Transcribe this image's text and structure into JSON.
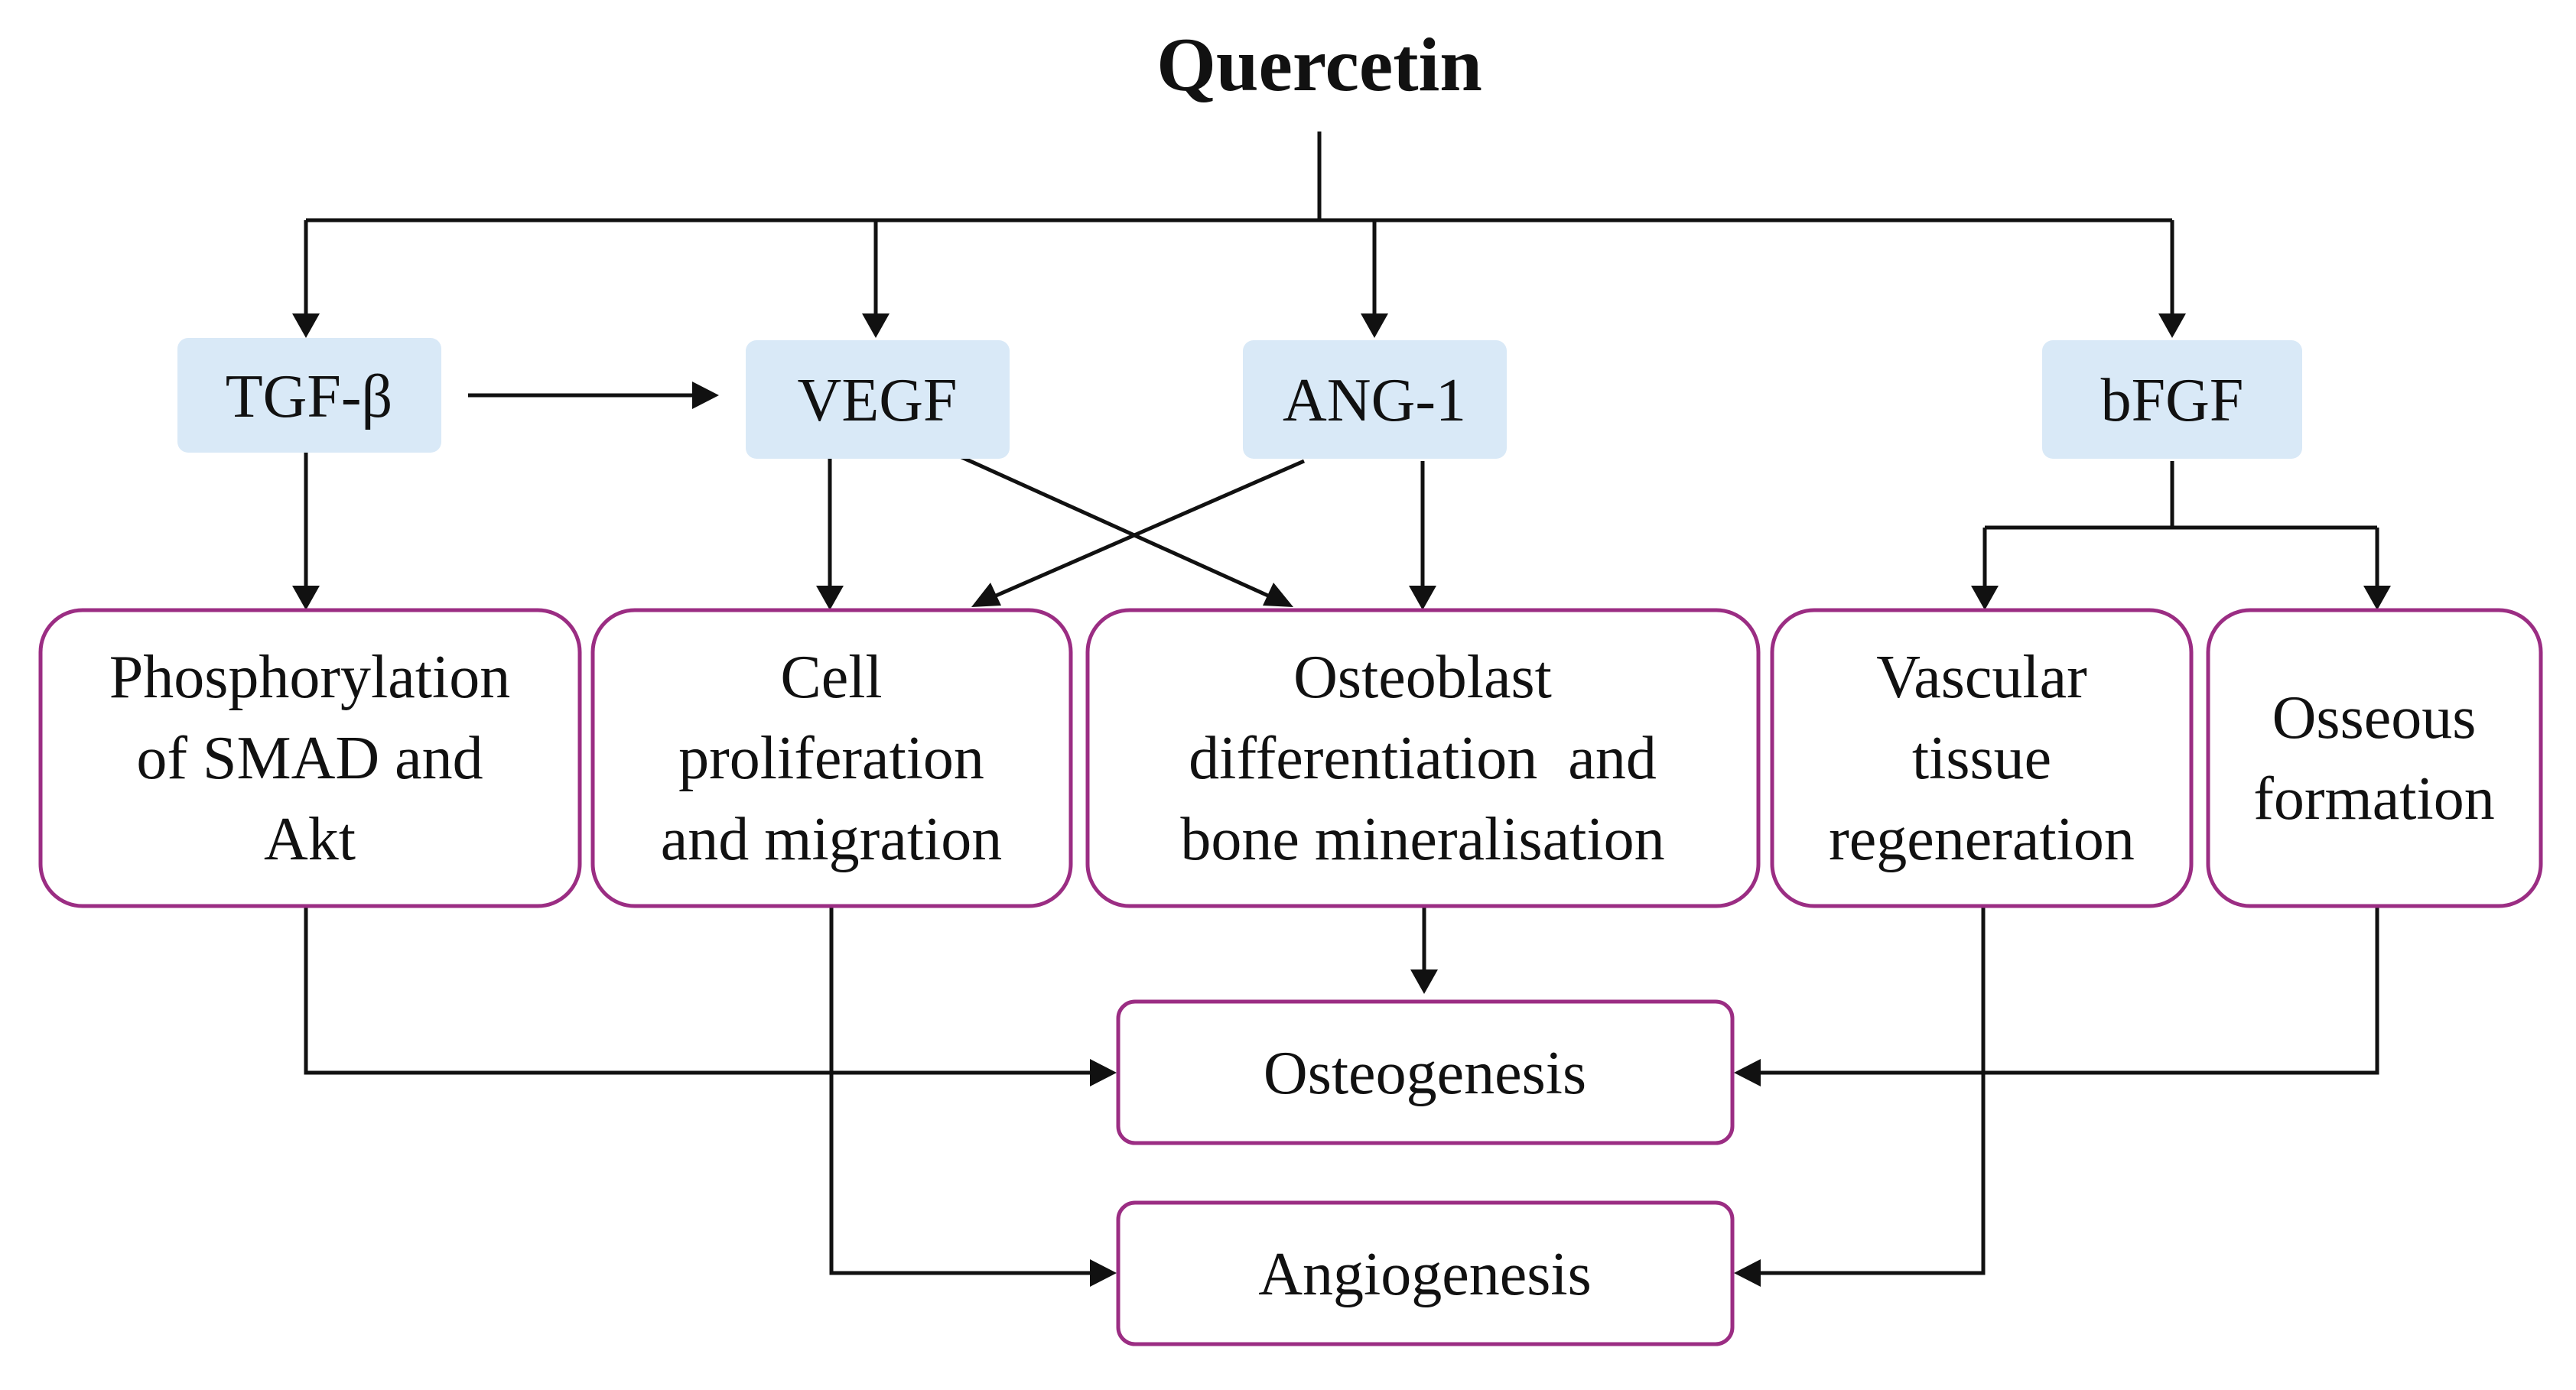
{
  "title": "Quercetin",
  "factors": {
    "tgf": "TGF-β",
    "vegf": "VEGF",
    "ang1": "ANG-1",
    "bfgf": "bFGF"
  },
  "effects": {
    "phosphorylation": [
      "Phosphorylation",
      "of SMAD and",
      "Akt"
    ],
    "cell_proliferation": [
      "Cell",
      "proliferation",
      "and migration"
    ],
    "osteoblast": [
      "Osteoblast",
      "differentiation  and",
      "bone mineralisation"
    ],
    "vascular": [
      "Vascular",
      "tissue",
      "regeneration"
    ],
    "osseous": [
      "Osseous",
      "formation"
    ]
  },
  "outcomes": {
    "osteogenesis": "Osteogenesis",
    "angiogenesis": "Angiogenesis"
  },
  "colors": {
    "factor_fill": "#d9e9f7",
    "outcome_border": "#9b2d83",
    "line": "#111111"
  }
}
